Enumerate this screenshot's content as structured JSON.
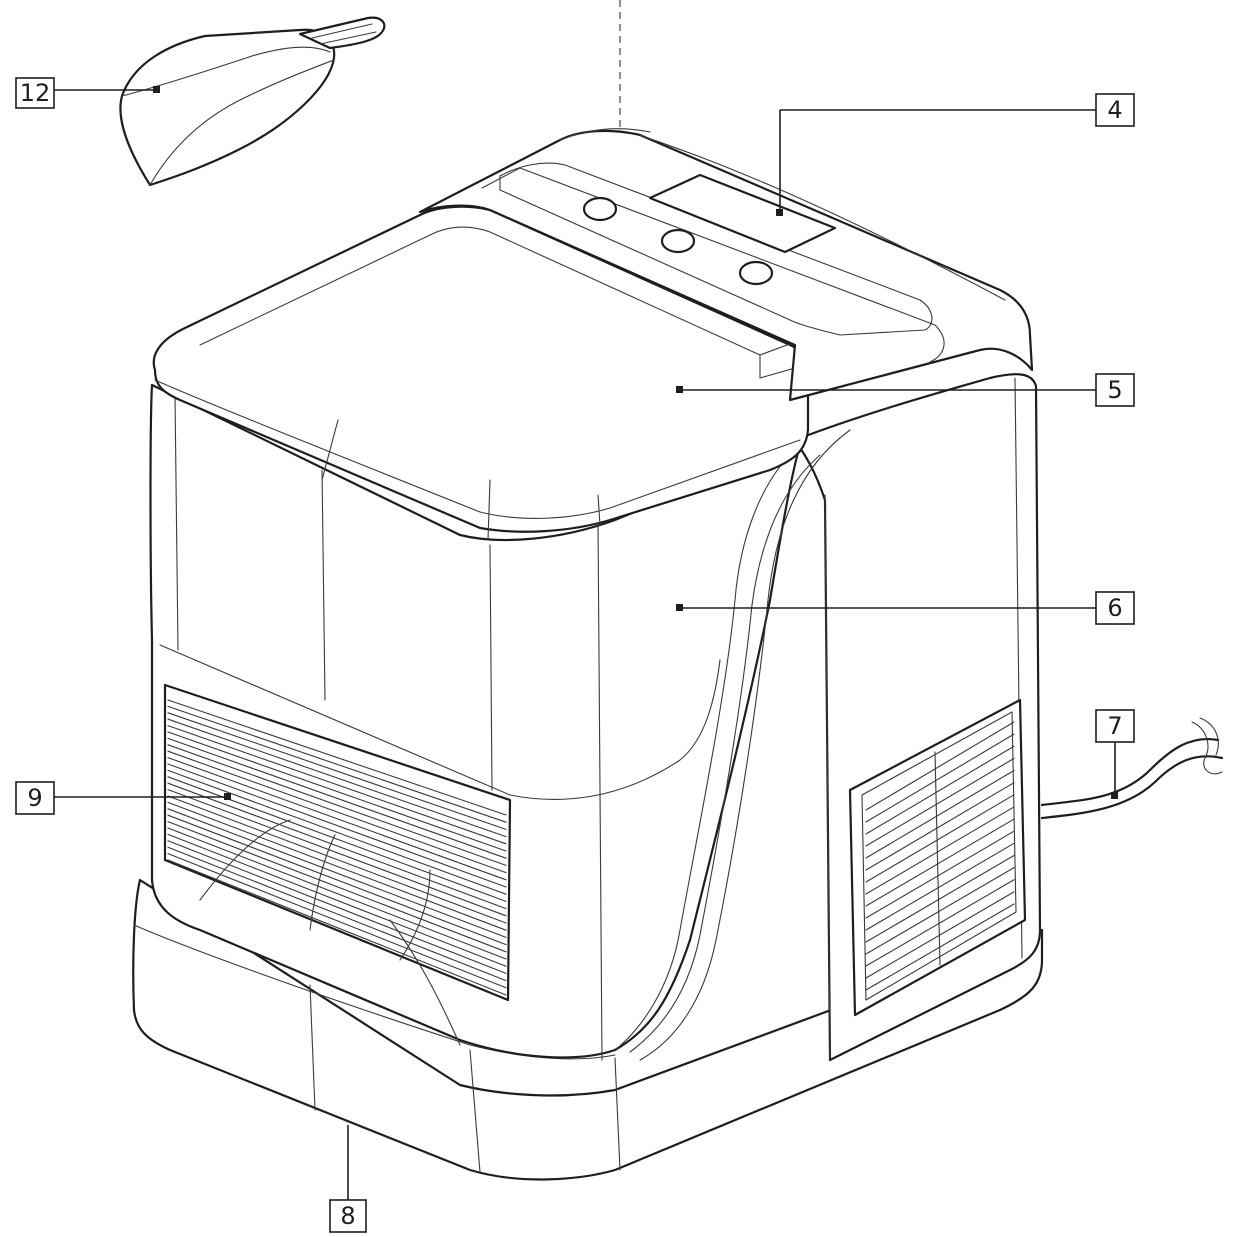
{
  "callouts": [
    {
      "id": "c12",
      "label": "12"
    },
    {
      "id": "c4",
      "label": "4"
    },
    {
      "id": "c5",
      "label": "5"
    },
    {
      "id": "c6",
      "label": "6"
    },
    {
      "id": "c7",
      "label": "7"
    },
    {
      "id": "c9",
      "label": "9"
    },
    {
      "id": "c8",
      "label": "8"
    }
  ],
  "colors": {
    "line": "#1e1e1e",
    "background": "#ffffff"
  }
}
